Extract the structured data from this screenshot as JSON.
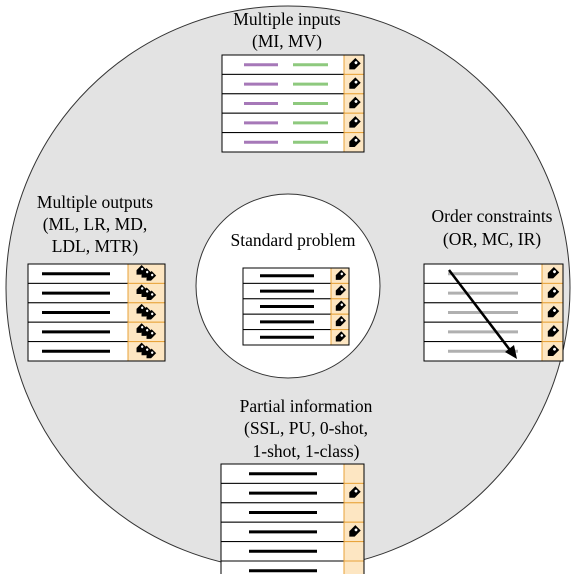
{
  "diagram": {
    "colors": {
      "outer_circle_fill": "#e3e3e3",
      "inner_circle_fill": "#ffffff",
      "stroke": "#333333",
      "tag_fill": "#fde6c2",
      "tag_border": "#e8a33a",
      "input_feature_purple": "#a678b8",
      "input_feature_green": "#8ec97e",
      "feature_gray": "#b0b0b0",
      "feature_black": "#000000"
    },
    "center": {
      "label": "Standard problem",
      "rows": 5,
      "tags_per_row": 1
    },
    "top": {
      "label_lines": [
        "Multiple inputs",
        "(MI, MV)"
      ],
      "rows": 5,
      "icon": "tag-icon",
      "features": [
        "purple",
        "green"
      ]
    },
    "left": {
      "label_lines": [
        "Multiple outputs",
        "(ML, LR, MD,",
        "LDL, MTR)"
      ],
      "rows": 5,
      "icon": "multi-tag-icon",
      "tags_per_row": 3
    },
    "right": {
      "label_lines": [
        "Order constraints",
        "(OR, MC, IR)"
      ],
      "rows": 5,
      "icon": "tag-icon",
      "arrow": "order-arrow"
    },
    "bottom": {
      "label_lines": [
        "Partial information",
        "(SSL, PU, 0-shot,",
        "1-shot, 1-class)"
      ],
      "rows": 6,
      "labeled_rows": [
        1,
        3
      ],
      "icon": "tag-icon"
    }
  }
}
